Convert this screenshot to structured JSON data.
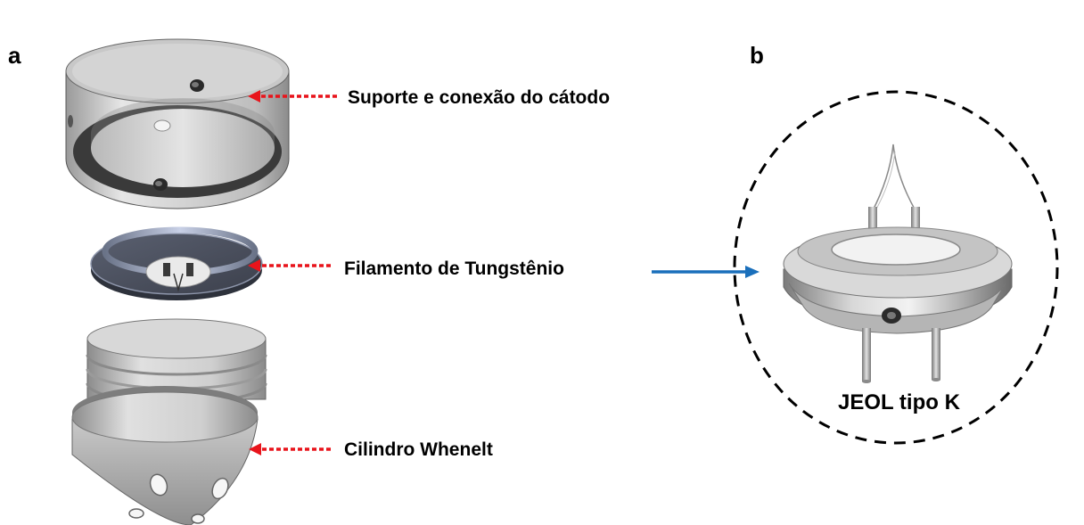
{
  "panels": {
    "a": {
      "letter": "a"
    },
    "b": {
      "letter": "b"
    }
  },
  "labels": {
    "cathode_support": "Suporte e conexão do cátodo",
    "tungsten_filament": "Filamento de Tungstênio",
    "wehnelt_cylinder": "Cilindro Whenelt",
    "filament_type": "JEOL tipo K"
  },
  "colors": {
    "pointer_arrow": "#e8141b",
    "link_arrow": "#1a6fbb",
    "dashed_circle": "#000000",
    "metal_light": "#dedede",
    "metal_dark": "#6d6d6d",
    "filament_disk": "#4a4e5a"
  }
}
